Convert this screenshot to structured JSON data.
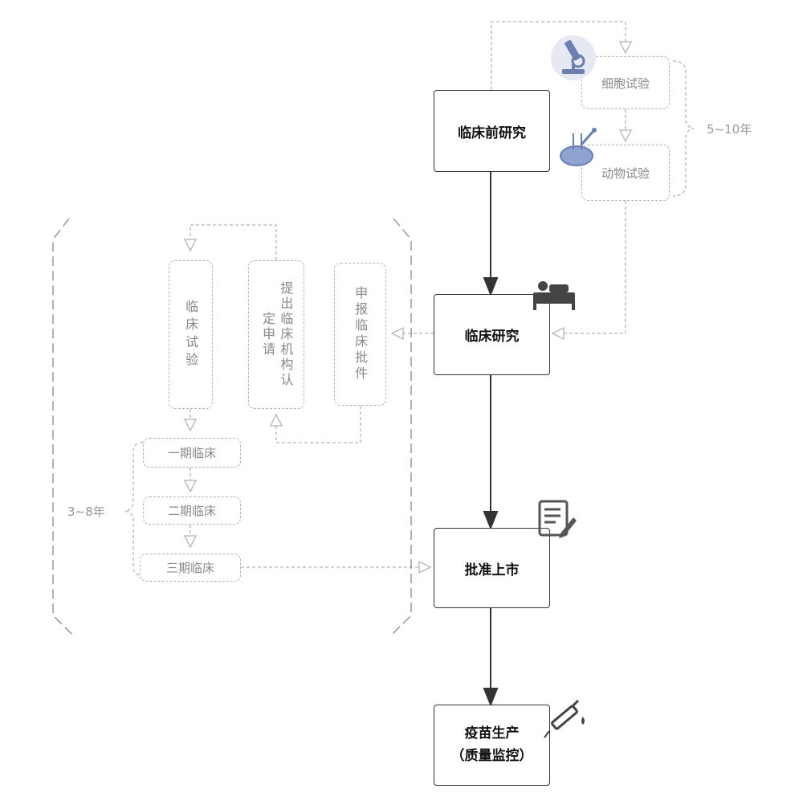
{
  "main_flow": {
    "preclinical": "临床前研究",
    "clinical": "临床研究",
    "approval": "批准上市",
    "production_line1": "疫苗生产",
    "production_line2": "（质量监控）"
  },
  "preclinical_steps": {
    "cell_test": "细胞试验",
    "animal_test": "动物试验",
    "duration": "5~10年"
  },
  "clinical_steps": {
    "clinical_trial": "临床试验",
    "submit_institution": "提出临床机构认定申请",
    "apply_approval": "申报临床批件",
    "phase1": "一期临床",
    "phase2": "二期临床",
    "phase3": "三期临床",
    "duration": "3~8年"
  },
  "icons": [
    "microscope-icon",
    "flask-icon",
    "patient-bed-icon",
    "document-edit-icon",
    "syringe-icon"
  ],
  "colors": {
    "main_line": "#333333",
    "dashed_line": "#b4b4b4",
    "icon_blue": "#6b7fb0"
  }
}
